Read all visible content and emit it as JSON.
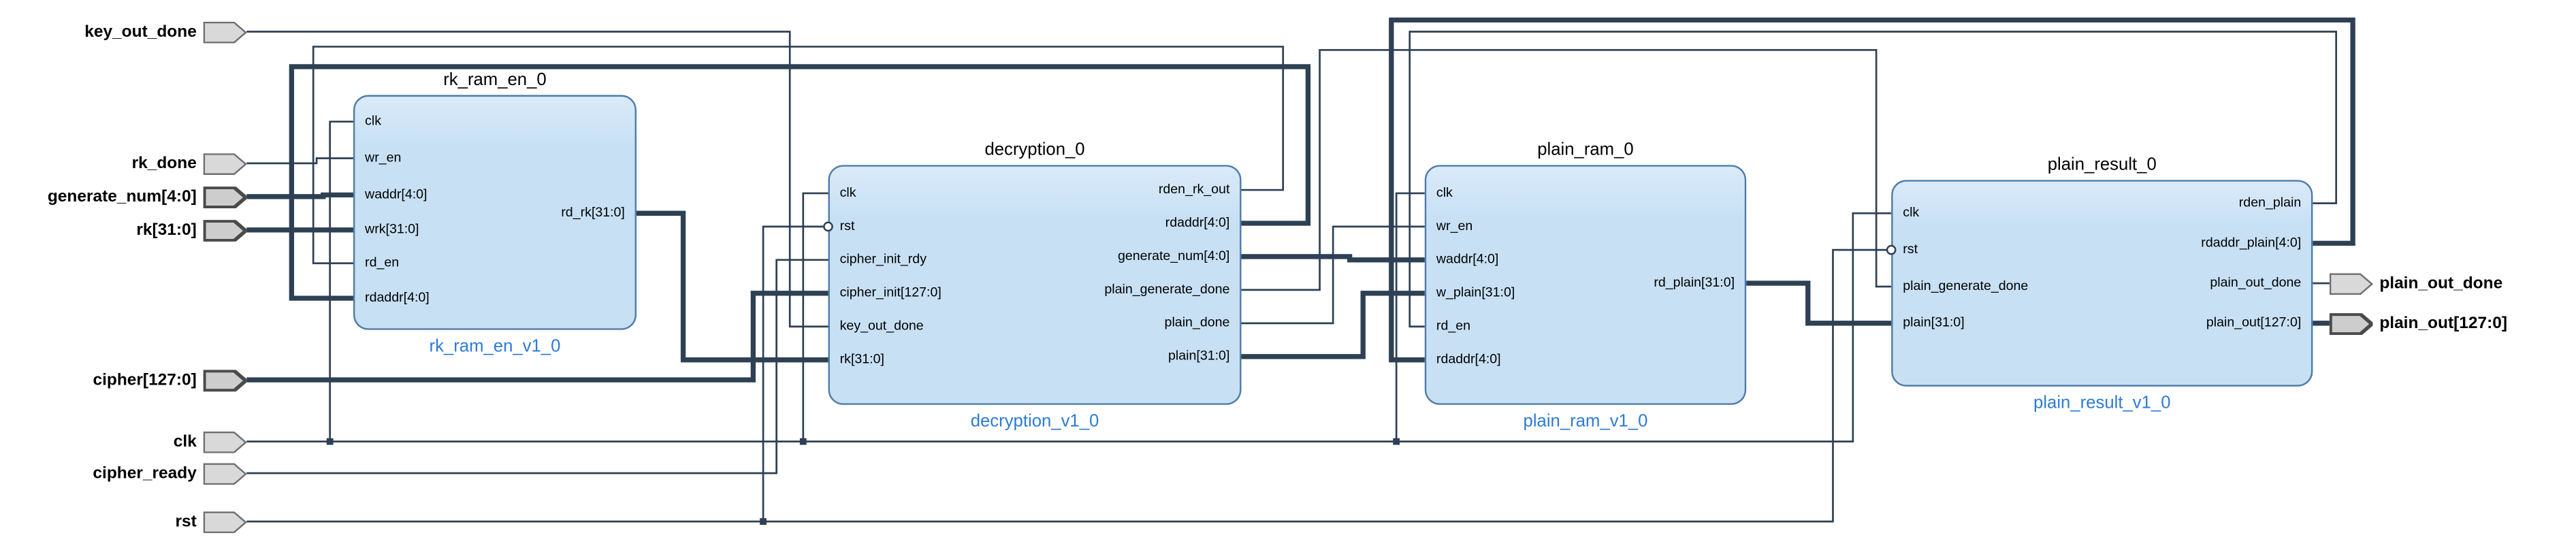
{
  "design": {
    "blocks": [
      {
        "instance": "rk_ram_en_0",
        "type": "rk_ram_en_v1_0",
        "inputs": [
          "clk",
          "wr_en",
          "waddr[4:0]",
          "wrk[31:0]",
          "rd_en",
          "rdaddr[4:0]"
        ],
        "outputs": [
          "rd_rk[31:0]"
        ]
      },
      {
        "instance": "decryption_0",
        "type": "decryption_v1_0",
        "inputs": [
          "clk",
          "rst",
          "cipher_init_rdy",
          "cipher_init[127:0]",
          "key_out_done",
          "rk[31:0]"
        ],
        "outputs": [
          "rden_rk_out",
          "rdaddr[4:0]",
          "generate_num[4:0]",
          "plain_generate_done",
          "plain_done",
          "plain[31:0]"
        ]
      },
      {
        "instance": "plain_ram_0",
        "type": "plain_ram_v1_0",
        "inputs": [
          "clk",
          "wr_en",
          "waddr[4:0]",
          "w_plain[31:0]",
          "rd_en",
          "rdaddr[4:0]"
        ],
        "outputs": [
          "rd_plain[31:0]"
        ]
      },
      {
        "instance": "plain_result_0",
        "type": "plain_result_v1_0",
        "inputs": [
          "clk",
          "rst",
          "plain_generate_done",
          "plain[31:0]"
        ],
        "outputs": [
          "rden_plain",
          "rdaddr_plain[4:0]",
          "plain_out_done",
          "plain_out[127:0]"
        ]
      }
    ],
    "external_inputs": [
      {
        "name": "key_out_done",
        "bus": false
      },
      {
        "name": "rk_done",
        "bus": false
      },
      {
        "name": "generate_num[4:0]",
        "bus": true
      },
      {
        "name": "rk[31:0]",
        "bus": true
      },
      {
        "name": "cipher[127:0]",
        "bus": true
      },
      {
        "name": "clk",
        "bus": false
      },
      {
        "name": "cipher_ready",
        "bus": false
      },
      {
        "name": "rst",
        "bus": false
      }
    ],
    "external_outputs": [
      {
        "name": "plain_out_done",
        "bus": false
      },
      {
        "name": "plain_out[127:0]",
        "bus": true
      }
    ]
  },
  "colors": {
    "background": "#ffffff",
    "block_fill": "#c7e0f4",
    "block_border": "#4f7ca8",
    "block_title": "#000000",
    "block_subtitle": "#2d7bd6",
    "wire": "#2e4053",
    "port_fill": "#d9d9d9",
    "port_border": "#6f6f6f",
    "pin_text": "#000000"
  }
}
